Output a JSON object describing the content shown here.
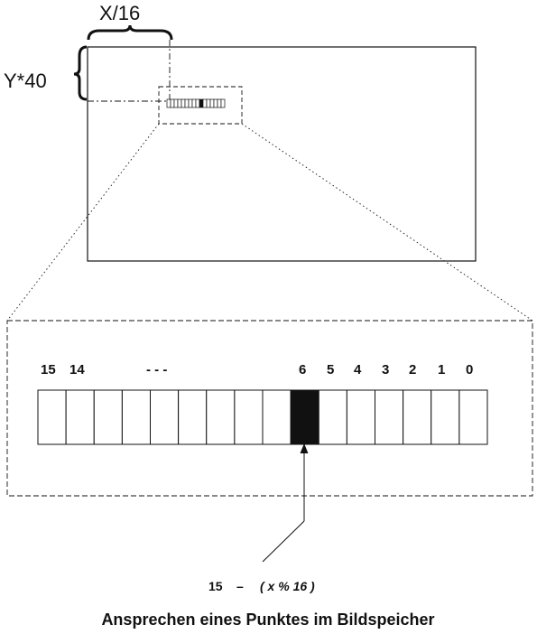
{
  "labels": {
    "x_label": "X/16",
    "y_label": "Y*40",
    "ellipsis": "- - -",
    "formula_num": "15",
    "formula_dash": "–",
    "formula_expr": "( x % 16 )",
    "caption": "Ansprechen eines Punktes im Bildspeicher"
  },
  "bit_labels": [
    "15",
    "14",
    "6",
    "5",
    "4",
    "3",
    "2",
    "1",
    "0"
  ],
  "word": {
    "cells": 16,
    "highlighted_cell": 9
  },
  "colors": {
    "stroke": "#111111",
    "fill_highlight": "#111111",
    "background": "#ffffff"
  }
}
